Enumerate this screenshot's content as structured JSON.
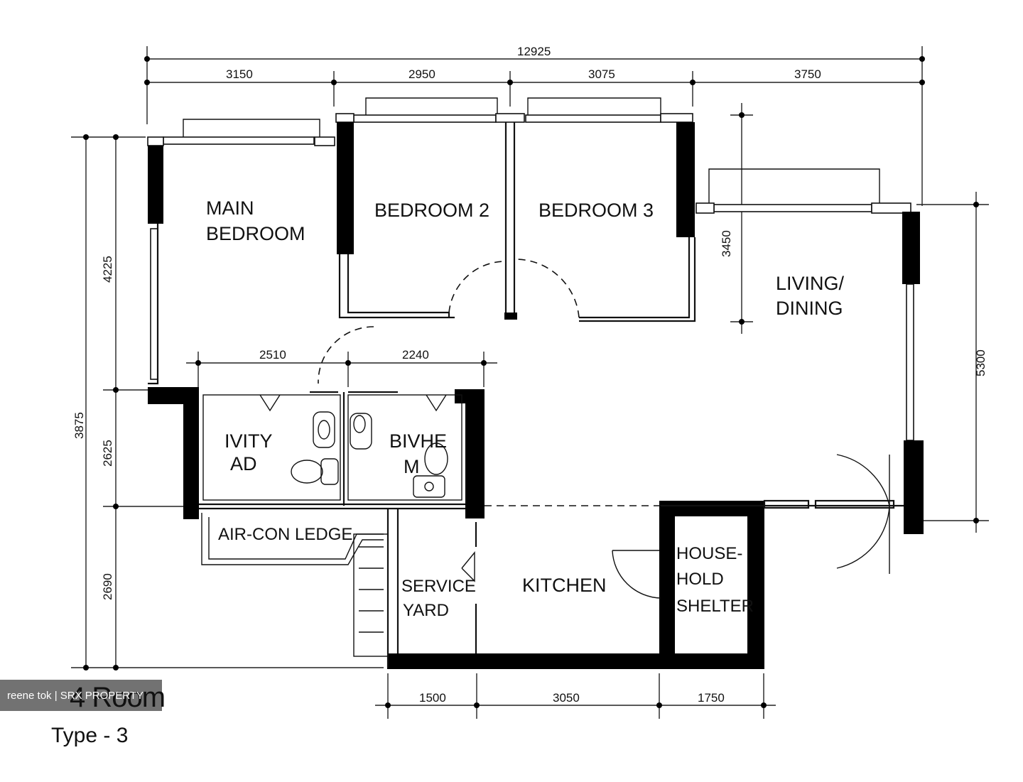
{
  "dimensions": {
    "overall_width": "12925",
    "top_segments": [
      "3150",
      "2950",
      "3075",
      "3750"
    ],
    "left_vertical": [
      "4225",
      "3875",
      "2690"
    ],
    "left_inner_vertical": "2625",
    "bath_widths": [
      "2510",
      "2240"
    ],
    "bedroom3_height": "3450",
    "living_height": "5300",
    "bottom_segments": [
      "1500",
      "3050",
      "1750"
    ]
  },
  "rooms": {
    "main_bedroom": [
      "MAIN",
      "BEDROOM"
    ],
    "bedroom2": "BEDROOM 2",
    "bedroom3": "BEDROOM 3",
    "living_dining": [
      "LIVING/",
      "DINING"
    ],
    "bath1": [
      "IVITY",
      "AD"
    ],
    "bath2": [
      "BIVHE",
      "M"
    ],
    "aircon_ledge": "AIR-CON LEDGE",
    "service_yard": [
      "SERVICE",
      "YARD"
    ],
    "kitchen": "KITCHEN",
    "household_shelter": [
      "HOUSE-",
      "HOLD",
      "SHELTER"
    ]
  },
  "plan_title": "4 Room",
  "plan_subtitle": "Type - 3",
  "watermark": "reene tok | SRX PROPERTY",
  "colors": {
    "wall": "#000000",
    "line": "#111111",
    "background": "#ffffff"
  }
}
